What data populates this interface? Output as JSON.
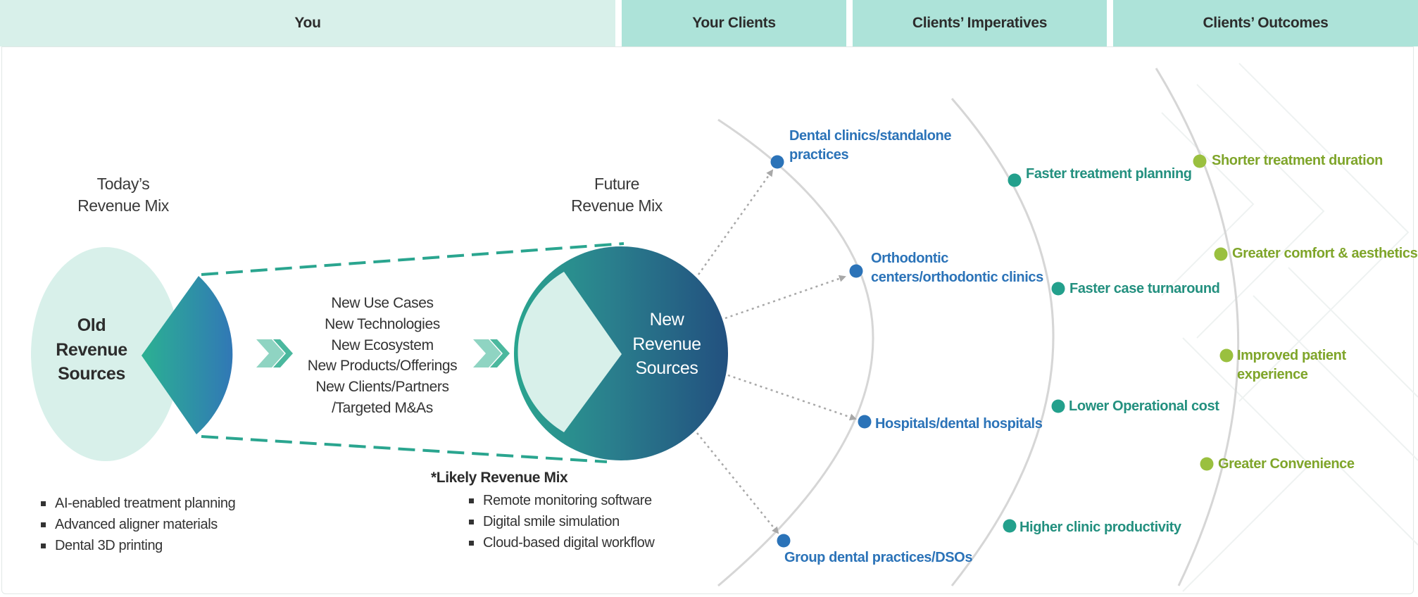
{
  "header": {
    "you": "You",
    "clients": "Your Clients",
    "imperatives": "Clients’ Imperatives",
    "outcomes": "Clients’ Outcomes"
  },
  "today_mix": {
    "label_line1": "Today’s",
    "label_line2": "Revenue Mix"
  },
  "old_sources": {
    "line1": "Old",
    "line2": "Revenue",
    "line3": "Sources"
  },
  "future_mix": {
    "label_line1": "Future",
    "label_line2": "Revenue Mix"
  },
  "new_sources": {
    "line1": "New",
    "line2": "Revenue",
    "line3": "Sources"
  },
  "drivers": [
    "New Use Cases",
    "New Technologies",
    "New Ecosystem",
    "New Products/Offerings",
    "New Clients/Partners",
    "/Targeted M&As"
  ],
  "today_items": [
    "AI-enabled treatment planning",
    "Advanced aligner materials",
    "Dental 3D printing"
  ],
  "likely_mix": {
    "title": "*Likely Revenue Mix",
    "items": [
      "Remote monitoring software",
      "Digital smile simulation",
      "Cloud-based digital workflow"
    ]
  },
  "clients": [
    {
      "line1": "Dental clinics/standalone",
      "line2": "practices"
    },
    {
      "line1": "Orthodontic",
      "line2": "centers/orthodontic clinics"
    },
    {
      "line1": "Hospitals/dental hospitals",
      "line2": ""
    },
    {
      "line1": "Group dental practices/DSOs",
      "line2": ""
    }
  ],
  "imperatives": [
    "Faster treatment planning",
    "Faster case turnaround",
    "Lower Operational cost",
    "Higher clinic productivity"
  ],
  "outcomes": [
    "Shorter treatment duration",
    "Greater comfort & aesthetics",
    "Improved patient experience",
    "Greater Convenience"
  ],
  "colors": {
    "header_light": "#d8f0ea",
    "header_mid": "#ade3d9",
    "teal": "#2aa58f",
    "navy": "#22527f",
    "client_blue": "#2b73b8",
    "imperative_green": "#23907f",
    "outcome_green": "#7fa52a"
  }
}
